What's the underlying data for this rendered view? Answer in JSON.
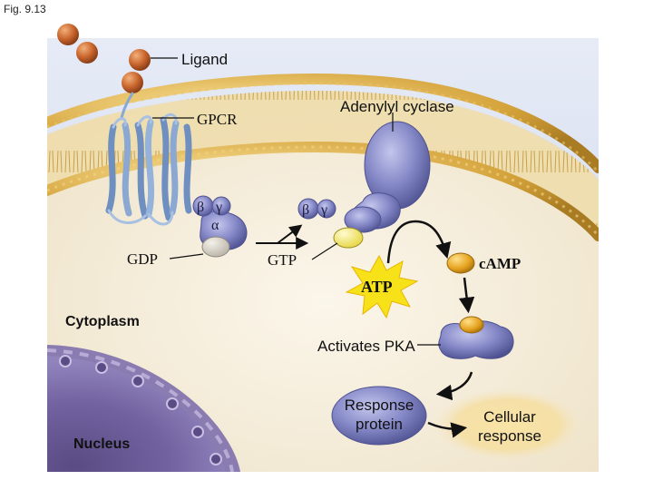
{
  "figure": {
    "label": "Fig. 9.13"
  },
  "labels": {
    "ligand": "Ligand",
    "gpcr": "GPCR",
    "adenylyl_cyclase": "Adenylyl cyclase",
    "beta": "β",
    "gamma": "γ",
    "alpha": "α",
    "gdp": "GDP",
    "gtp": "GTP",
    "atp": "ATP",
    "camp": "cAMP",
    "cytoplasm": "Cytoplasm",
    "activates_pka": "Activates PKA",
    "response_protein_line1": "Response",
    "response_protein_line2": "protein",
    "cellular_response_line1": "Cellular",
    "cellular_response_line2": "response",
    "nucleus": "Nucleus"
  },
  "colors": {
    "cytoplasm": "#f5eddb",
    "background_sky": "#d7dff0",
    "membrane_head": "#d9b04a",
    "protein": "#7f82c0",
    "protein_dark": "#5b5e9c",
    "ligand": "#c86a32",
    "gtp": "#f3e36a",
    "camp": "#e8a820",
    "atp_burst": "#f6e21c",
    "nucleus": "#6a5a92",
    "cellular_glow": "#f7d98a"
  }
}
